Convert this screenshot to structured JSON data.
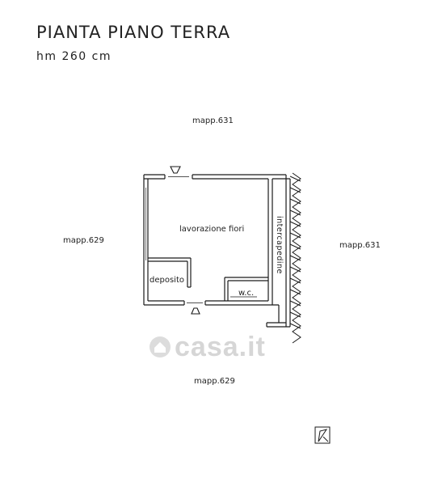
{
  "header": {
    "title": "PIANTA PIANO TERRA",
    "height": "hm 260 cm"
  },
  "parcels": {
    "top": "mapp.631",
    "left": "mapp.629",
    "right": "mapp.631",
    "bottom": "mapp.629"
  },
  "rooms": {
    "main": "lavorazione fiori",
    "storage": "deposito",
    "wc": "w.c.",
    "cavity": "intercapedine"
  },
  "watermark": "casa.it"
}
